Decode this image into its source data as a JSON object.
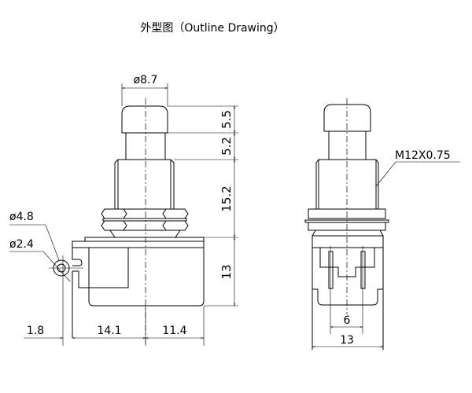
{
  "title": "外型图（Outline Drawing）",
  "front_view": {
    "cap_diameter": "ø8.7",
    "cap_height": "5.5",
    "plunger_height": "5.2",
    "bushing_height": "15.2",
    "body_height": "13",
    "lug_outer_diameter": "ø4.8",
    "lug_hole_diameter": "ø2.4",
    "lug_offset": "1.8",
    "left_width": "14.1",
    "right_width": "11.4"
  },
  "side_view": {
    "thread_spec": "M12X0.75",
    "terminal_pitch": "6",
    "body_width": "13"
  }
}
